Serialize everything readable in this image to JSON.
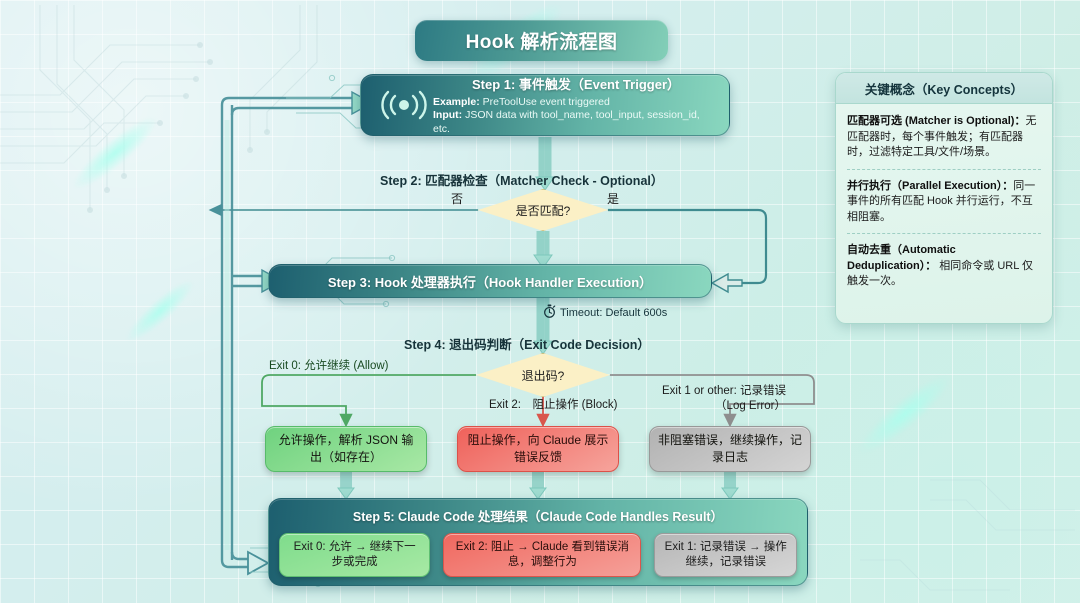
{
  "title": "Hook 解析流程图",
  "step1": {
    "icon": "signal-broadcast-icon",
    "heading": "Step 1: 事件触发（Event Trigger）",
    "example_label": "Example:",
    "example_value": " PreToolUse event triggered",
    "input_label": "Input:",
    "input_value": " JSON data with tool_name, tool_input, session_id, etc."
  },
  "step2": {
    "heading": "Step 2: 匹配器检查（Matcher Check - Optional）",
    "decision": "是否匹配?",
    "label_no": "否",
    "label_yes": "是"
  },
  "step3": {
    "heading": "Step 3: Hook 处理器执行（Hook Handler Execution）",
    "timeout_icon": "stopwatch-icon",
    "timeout": "Timeout: Default 600s"
  },
  "step4": {
    "heading": "Step 4: 退出码判断（Exit Code Decision）",
    "decision": "退出码?",
    "branch_exit0": "Exit 0: 允许继续 (Allow)",
    "branch_exit2": "Exit 2:　阻止操作 (Block)",
    "branch_exit1_line1": "Exit 1 or other: 记录错误",
    "branch_exit1_line2": "（Log Error）"
  },
  "outcomes": [
    {
      "id": "allow",
      "text": "允许操作，解析 JSON 输出（如存在）",
      "color": "#6fd27f"
    },
    {
      "id": "block",
      "text": "阻止操作，向 Claude 展示错误反馈",
      "color": "#ef615a"
    },
    {
      "id": "log",
      "text": "非阻塞错误，继续操作，记录日志",
      "color": "#b2b2b2"
    }
  ],
  "step5": {
    "heading": "Step 5: Claude Code 处理结果（Claude Code Handles Result）",
    "chips": [
      {
        "id": "exit0",
        "text": "Exit 0: 允许 → 继续下一步或完成",
        "color": "#7fdc8c"
      },
      {
        "id": "exit2",
        "text": "Exit 2: 阻止 → Claude 看到错误消息，调整行为",
        "color": "#f0685f"
      },
      {
        "id": "exit1",
        "text": "Exit 1: 记录错误 → 操作继续，记录错误",
        "color": "#b6b6b6"
      }
    ]
  },
  "panel": {
    "heading": "关键概念（Key Concepts）",
    "concepts": [
      {
        "term": "匹配器可选 (Matcher is Optional)：",
        "desc": "无匹配器时，每个事件触发；有匹配器时，过滤特定工具/文件/场景。"
      },
      {
        "term": "并行执行（Parallel Execution）：",
        "desc": "同一事件的所有匹配 Hook 并行运行，不互相阻塞。"
      },
      {
        "term": "自动去重（Automatic Deduplication）：",
        "desc": " 相同命令或 URL 仅触发一次。"
      }
    ]
  },
  "colors": {
    "background": "#d4eeee",
    "step_gradient_start": "#1d5f6f",
    "step_gradient_end": "#8ad7bf",
    "decision_fill": "#fbf0c6",
    "decision_border": "#d9c278",
    "loop_line": "#3e8f93"
  }
}
